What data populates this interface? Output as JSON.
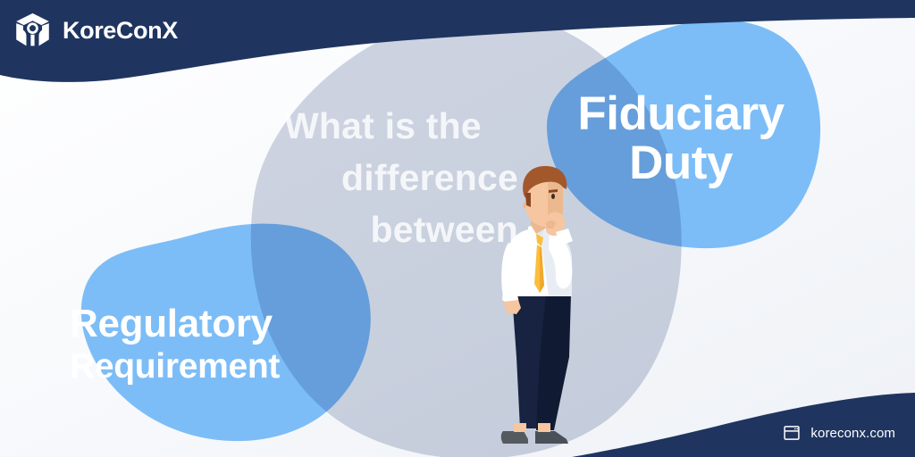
{
  "brand": {
    "name": "KoreConX",
    "logo_icon": "cube-logo-icon",
    "navy": "#1f3560",
    "accent_blue": "#7cbdf7",
    "accent_blue_dark": "#62a9e8",
    "blob_gray": "#c8ced9",
    "background": "#f7f9fb"
  },
  "header": {
    "logo_label": "KoreConX"
  },
  "headline": {
    "line1": "What is the",
    "line2": "difference",
    "line3": "between",
    "color": "#ffffff"
  },
  "labels": {
    "right": {
      "line1": "Fiduciary",
      "line2": "Duty"
    },
    "left": {
      "line1": "Regulatory",
      "line2": "Requirement"
    }
  },
  "illustration": {
    "name": "thinking-businessman",
    "shirt_color": "#ffffff",
    "tie_color": "#fbbe3c",
    "trousers_color": "#172340",
    "skin_color": "#f6c6a0",
    "hair_color": "#a3582c",
    "shoe_color": "#555a60"
  },
  "footer": {
    "url": "koreconx.com",
    "icon": "browser-window-icon"
  }
}
